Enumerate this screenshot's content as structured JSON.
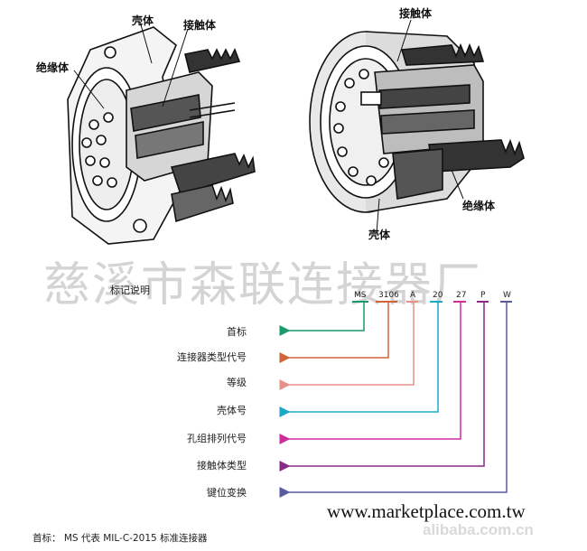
{
  "callouts": {
    "left_shell": "壳体",
    "left_contact": "接触体",
    "left_insulator": "绝缘体",
    "right_contact": "接触体",
    "right_insulator": "绝缘体",
    "right_shell": "壳体"
  },
  "watermark": "慈溪市森联连接器厂",
  "marking_title": "标记说明",
  "code_parts": [
    "MS",
    "3106",
    "A",
    "20",
    "27",
    "P",
    "W"
  ],
  "meanings": [
    "首标",
    "连接器类型代号",
    "等级",
    "壳体号",
    "孔组排列代号",
    "接触体类型",
    "键位变换"
  ],
  "line_colors": [
    "#1a9a6a",
    "#d0643a",
    "#e8908a",
    "#1aa9c9",
    "#d02c9c",
    "#8b2a84",
    "#5a5aa0"
  ],
  "footnote": "首标： MS 代表  MIL-C-2015 标准连接器",
  "site_watermark": "www.marketplace.com.tw",
  "site_watermark2": "alibaba.com.cn"
}
